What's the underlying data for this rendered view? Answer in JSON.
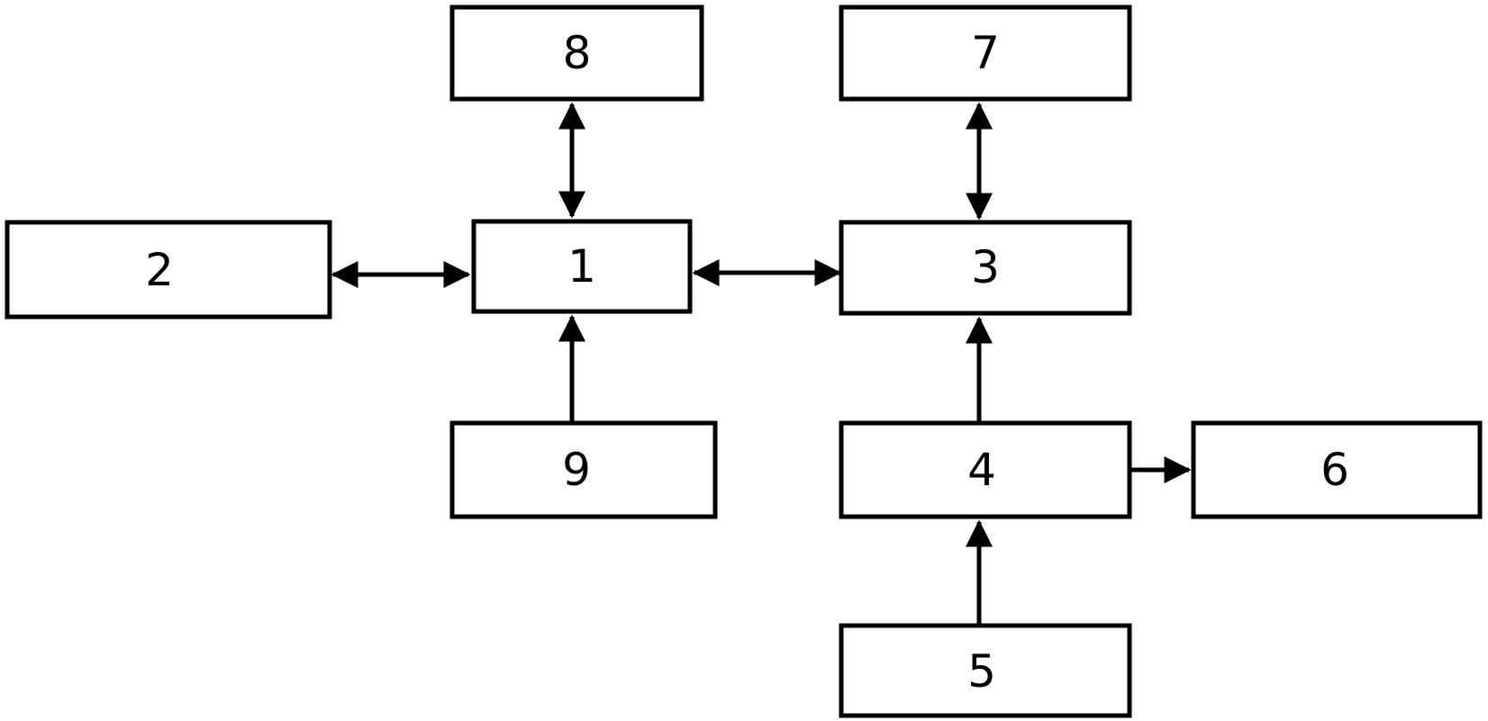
{
  "diagram": {
    "type": "block-diagram",
    "stroke_color": "#000000",
    "background_color": "#ffffff",
    "blocks": [
      {
        "id": "1",
        "label": "1"
      },
      {
        "id": "2",
        "label": "2"
      },
      {
        "id": "3",
        "label": "3"
      },
      {
        "id": "4",
        "label": "4"
      },
      {
        "id": "5",
        "label": "5"
      },
      {
        "id": "6",
        "label": "6"
      },
      {
        "id": "7",
        "label": "7"
      },
      {
        "id": "8",
        "label": "8"
      },
      {
        "id": "9",
        "label": "9"
      }
    ],
    "connections": [
      {
        "from": "2",
        "to": "1",
        "direction": "bidirectional"
      },
      {
        "from": "1",
        "to": "3",
        "direction": "bidirectional"
      },
      {
        "from": "8",
        "to": "1",
        "direction": "bidirectional"
      },
      {
        "from": "9",
        "to": "1",
        "direction": "forward"
      },
      {
        "from": "7",
        "to": "3",
        "direction": "bidirectional"
      },
      {
        "from": "4",
        "to": "3",
        "direction": "forward"
      },
      {
        "from": "4",
        "to": "6",
        "direction": "forward"
      },
      {
        "from": "5",
        "to": "4",
        "direction": "forward"
      }
    ]
  }
}
